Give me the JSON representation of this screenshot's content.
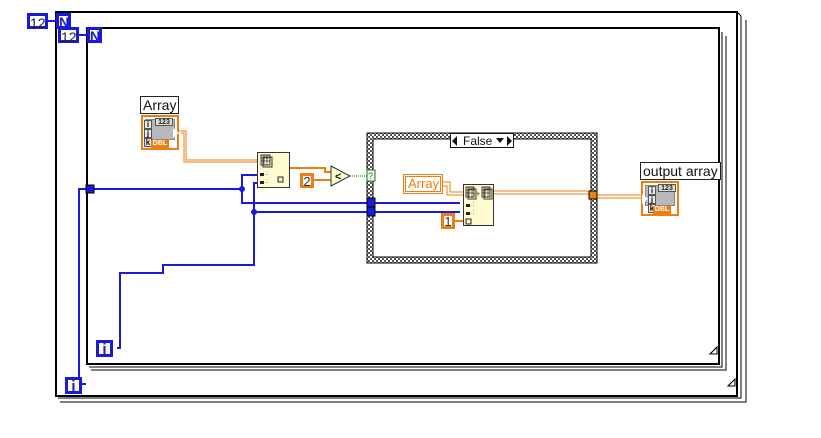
{
  "diagram": {
    "type": "LabVIEW block diagram",
    "outer_loop": {
      "kind": "For Loop",
      "count_constant": "12",
      "count_terminal_label": "N",
      "iteration_terminal_label": "i"
    },
    "inner_loop": {
      "kind": "For Loop",
      "count_constant": "12",
      "count_terminal_label": "N",
      "iteration_terminal_label": "i"
    },
    "input_control": {
      "label": "Array",
      "index_labels": [
        "i",
        "j",
        "k"
      ],
      "numeric_display": "123",
      "datatype": "DBL"
    },
    "index_array_node": {
      "kind": "Index Array"
    },
    "compare": {
      "constant": "2",
      "operator": "<"
    },
    "case_structure": {
      "selector_value": "False",
      "selector_terminal": "?",
      "array_constant_label": "Array",
      "replace_node": "Replace Array Subset",
      "index_constant": "1"
    },
    "output_indicator": {
      "label": "output array",
      "index_labels": [
        "i",
        "j",
        "k"
      ],
      "numeric_display": "123",
      "datatype": "DBL"
    },
    "colors": {
      "integer_wire": "#1a1adb",
      "double_wire": "#f07d10",
      "boolean_wire": "#0a7a0a",
      "terminal_fill": "#fffbc8"
    }
  }
}
